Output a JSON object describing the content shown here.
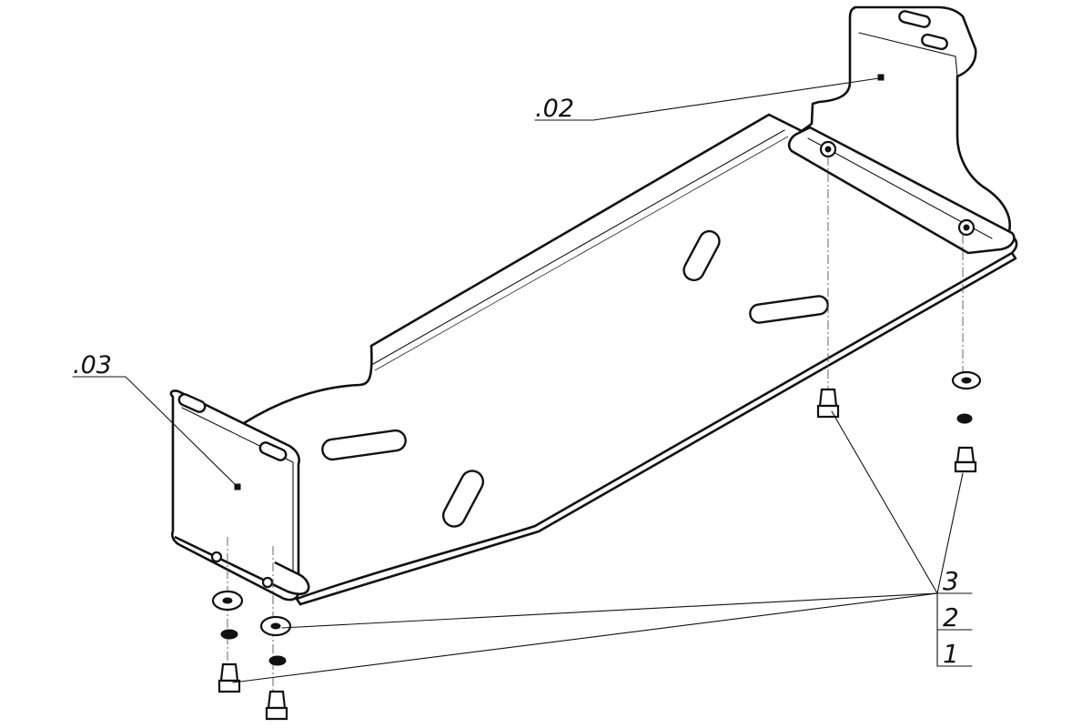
{
  "callouts": {
    "part_02": ".02",
    "part_03": ".03"
  },
  "positions": {
    "item_3": "3",
    "item_2": "2",
    "item_1": "1"
  }
}
